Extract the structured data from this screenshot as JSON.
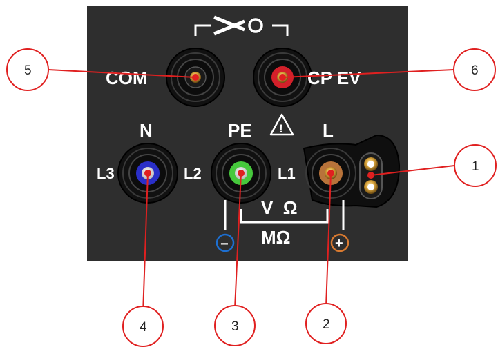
{
  "panel": {
    "labels": {
      "com": "COM",
      "cp_ev": "CP EV",
      "n": "N",
      "pe": "PE",
      "l": "L",
      "l3": "L3",
      "l2": "L2",
      "l1": "L1",
      "v_ohm": "V  Ω",
      "mohm": "MΩ",
      "minus": "−",
      "plus": "+"
    },
    "warning_symbol": "!",
    "clamp_icon": "clamp-icon"
  },
  "callouts": [
    "1",
    "2",
    "3",
    "4",
    "5",
    "6"
  ],
  "colors": {
    "panel_background": "#2e2e2e",
    "socket_com": "#d9a43a",
    "socket_cp_ev": "#d3202a",
    "socket_n": "#2a2fc8",
    "socket_pe": "#46c83c",
    "socket_l": "#b8733a",
    "callout_line": "#e02020",
    "minus_circle": "#1d6fd1",
    "plus_circle": "#d97a30"
  }
}
